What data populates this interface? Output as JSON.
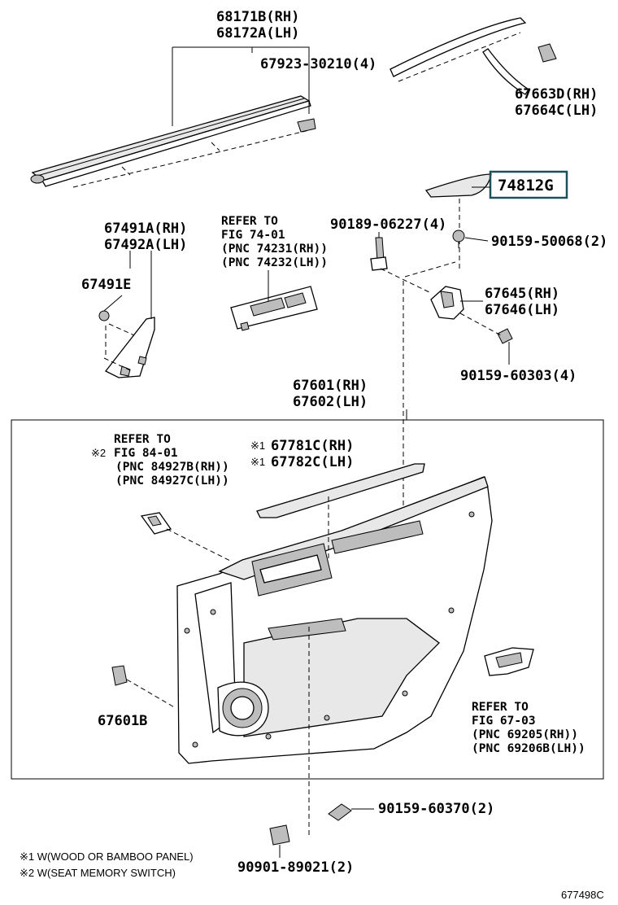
{
  "labels": {
    "weatherstrip_rh": "68171B(RH)",
    "weatherstrip_lh": "68172A(LH)",
    "clip_67923": "67923-30210(4)",
    "seal_rh": "67663D(RH)",
    "seal_lh": "67664C(LH)",
    "part_74812g": "74812G",
    "bolt_90189": "90189-06227(4)",
    "screw_90159_50068": "90159-50068(2)",
    "cover_rh": "67491A(RH)",
    "cover_lh": "67492A(LH)",
    "cover_clip": "67491E",
    "refer1_l1": "REFER TO",
    "refer1_l2": "FIG 74-01",
    "refer1_l3": "(PNC 74231(RH))",
    "refer1_l4": "(PNC 74232(LH))",
    "bracket_rh": "67645(RH)",
    "bracket_lh": "67646(LH)",
    "screw_90159_60303": "90159-60303(4)",
    "board_rh": "67601(RH)",
    "board_lh": "67602(LH)",
    "refer2_l1": "REFER TO",
    "refer2_mark": "※2",
    "refer2_l2": "FIG 84-01",
    "refer2_l3": "(PNC 84927B(RH))",
    "refer2_l4": "(PNC 84927C(LH))",
    "panel_rh": "67781C(RH)",
    "panel_lh": "67782C(LH)",
    "panel_mark": "※1",
    "clip_67601b": "67601B",
    "refer3_l1": "REFER TO",
    "refer3_l2": "FIG 67-03",
    "refer3_l3": "(PNC 69205(RH))",
    "refer3_l4": "(PNC 69206B(LH))",
    "screw_90159_60370": "90159-60370(2)",
    "clip_90901": "90901-89021(2)",
    "note1": "※1 W(WOOD OR BAMBOO PANEL)",
    "note2": "※2 W(SEAT MEMORY SWITCH)",
    "diagram_id": "677498C"
  },
  "colors": {
    "line": "#000000",
    "highlight_box": "#1f4f5a",
    "part_fill": "#e8e8e8",
    "part_dark": "#bdbdbd"
  }
}
